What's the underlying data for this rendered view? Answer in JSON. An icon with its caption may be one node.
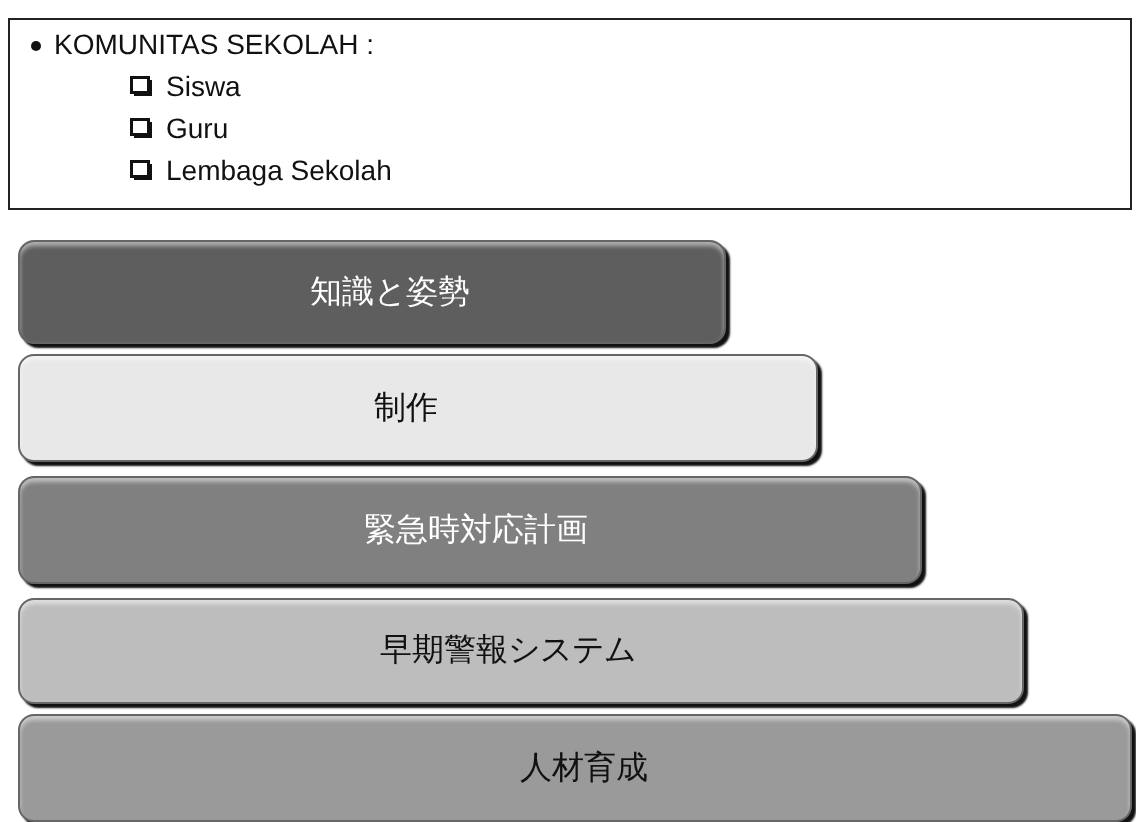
{
  "diagram": {
    "nodes": [
      {
        "text": [
          "KOMUNITAS SEKOLAH :",
          "Siswa",
          "Guru",
          "Lembaga Sekolah"
        ]
      },
      {
        "text": [
          "知識と姿勢"
        ]
      },
      {
        "text": [
          "制作"
        ]
      },
      {
        "text": [
          "緊急時対応計画"
        ]
      },
      {
        "text": [
          "早期警報システム"
        ]
      },
      {
        "text": [
          "人材育成"
        ]
      }
    ]
  }
}
